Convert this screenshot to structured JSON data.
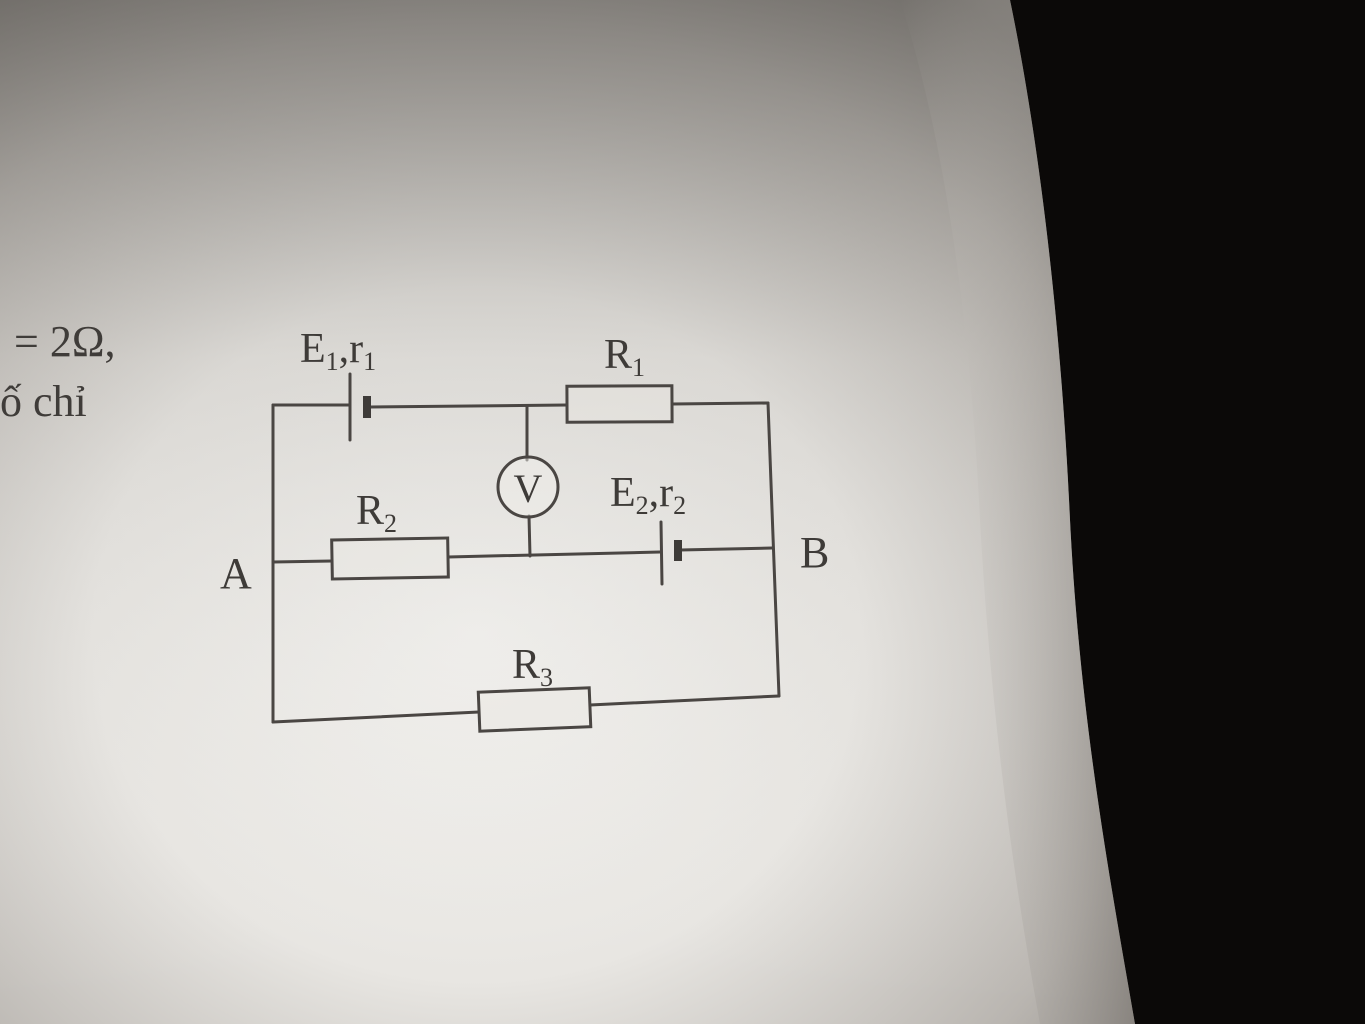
{
  "page": {
    "text_fragments": [
      "= 2Ω,",
      "ố chỉ"
    ]
  },
  "circuit": {
    "nodes": {
      "left": "A",
      "right": "B"
    },
    "components": {
      "source1": {
        "name": "E",
        "sub": "1",
        "sep": ",",
        "r": "r",
        "rsub": "1"
      },
      "resistor1": {
        "name": "R",
        "sub": "1"
      },
      "voltmeter": {
        "symbol": "V"
      },
      "source2": {
        "name": "E",
        "sub": "2",
        "sep": ",",
        "r": "r",
        "rsub": "2"
      },
      "resistor2": {
        "name": "R",
        "sub": "2"
      },
      "resistor3": {
        "name": "R",
        "sub": "3"
      }
    }
  },
  "colors": {
    "paper_light": "#f2f1ee",
    "paper_shadow": "#8f8b86",
    "ink": "#3e3b38",
    "background": "#0b0908"
  }
}
